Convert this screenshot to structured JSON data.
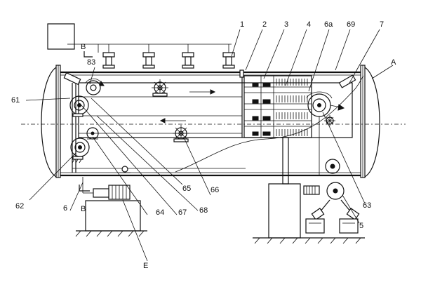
{
  "diagram": {
    "labels": {
      "l1": "1",
      "l2": "2",
      "l3": "3",
      "l4": "4",
      "l6a": "6a",
      "l69": "69",
      "l7": "7",
      "lA": "A",
      "lB_top": "B",
      "l83": "83",
      "l61": "61",
      "l62": "62",
      "l6": "6",
      "lB_bottom": "B",
      "l64": "64",
      "l65": "65",
      "l66": "66",
      "l67": "67",
      "l68": "68",
      "l63": "63",
      "l5": "5",
      "lE": "E"
    }
  }
}
